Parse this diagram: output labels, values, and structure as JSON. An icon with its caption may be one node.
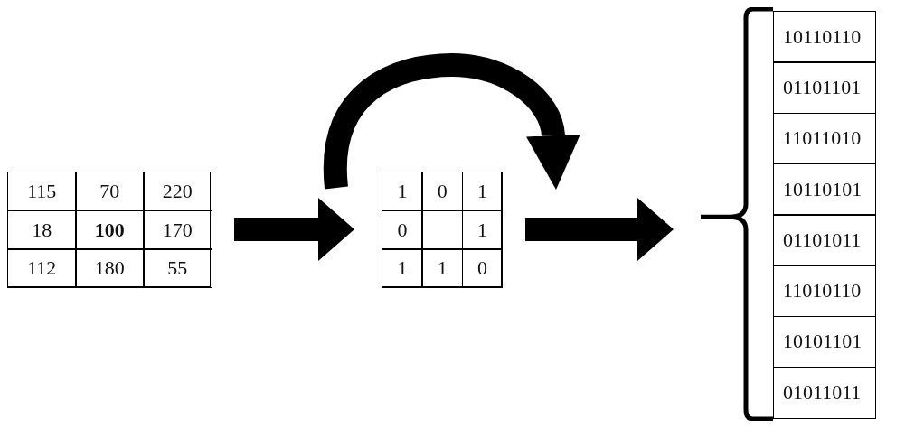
{
  "diagram": {
    "nodes": [
      {
        "text": [],
        "shape": "box"
      },
      {
        "text": [
          "115"
        ],
        "in": 0
      },
      {
        "text": [
          "70"
        ],
        "in": 0
      },
      {
        "text": [
          "220"
        ],
        "in": 0
      },
      {
        "text": [
          "18"
        ],
        "in": 0
      },
      {
        "text": [
          "**100**"
        ],
        "in": 0
      },
      {
        "text": [
          "170"
        ],
        "in": 0
      },
      {
        "text": [
          "112"
        ],
        "in": 0
      },
      {
        "text": [
          "180"
        ],
        "in": 0
      },
      {
        "text": [
          "55"
        ],
        "in": 0
      },
      {
        "text": [],
        "shape": "box"
      },
      {
        "text": [
          "1"
        ],
        "in": 10
      },
      {
        "text": [
          "0"
        ],
        "in": 10
      },
      {
        "text": [
          "1"
        ],
        "in": 10
      },
      {
        "text": [
          "0"
        ],
        "in": 10
      },
      {
        "text": [],
        "shape": "box",
        "in": 10
      },
      {
        "text": [
          "1"
        ],
        "in": 10
      },
      {
        "text": [
          "1"
        ],
        "in": 10
      },
      {
        "text": [
          "1"
        ],
        "in": 10
      },
      {
        "text": [
          "0"
        ],
        "in": 10
      },
      {
        "text": [],
        "shape": "box"
      },
      {
        "text": [
          "10110110"
        ],
        "in": 20
      },
      {
        "text": [
          "01101101"
        ],
        "in": 20
      },
      {
        "text": [
          "11011010"
        ],
        "in": 20
      },
      {
        "text": [
          "10110101"
        ],
        "in": 20
      },
      {
        "text": [
          "01101011"
        ],
        "in": 20
      },
      {
        "text": [
          "11010110"
        ],
        "in": 20
      },
      {
        "text": [
          "10101101"
        ],
        "in": 20
      },
      {
        "text": [
          "01011011"
        ],
        "in": 20
      }
    ],
    "edges": [
      {
        "from": 0,
        "to": 10,
        "arrow": "to"
      },
      {
        "from": 10,
        "to": 20,
        "arrow": "to"
      }
    ]
  }
}
